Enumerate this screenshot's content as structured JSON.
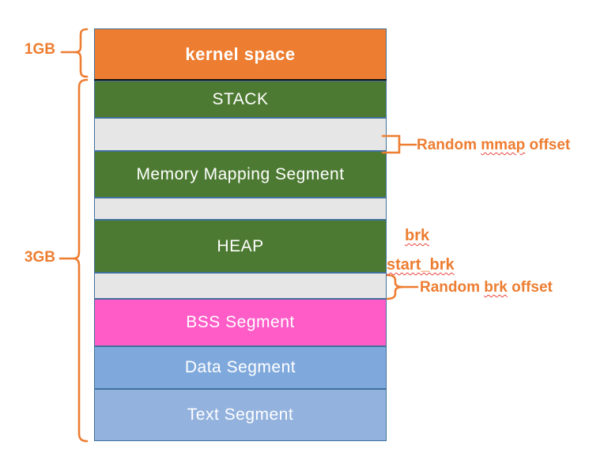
{
  "diagram": {
    "size_labels": {
      "kernel": "1GB",
      "user": "3GB"
    },
    "blocks": [
      {
        "id": "kernel-space",
        "label": "kernel space",
        "color": "#ED7D31"
      },
      {
        "id": "stack",
        "label": "STACK",
        "color": "#4D7A32"
      },
      {
        "id": "mmap-offset-gap",
        "label": "",
        "color": "#E7E6E6"
      },
      {
        "id": "memory-mapping-segment",
        "label": "Memory Mapping Segment",
        "color": "#4D7A32"
      },
      {
        "id": "gap-below-mms",
        "label": "",
        "color": "#E7E6E6"
      },
      {
        "id": "heap",
        "label": "HEAP",
        "color": "#4D7A32"
      },
      {
        "id": "brk-offset-gap",
        "label": "",
        "color": "#E7E6E6"
      },
      {
        "id": "bss-segment",
        "label": "BSS Segment",
        "color": "#FF5CC8"
      },
      {
        "id": "data-segment",
        "label": "Data Segment",
        "color": "#7FA9DC"
      },
      {
        "id": "text-segment",
        "label": "Text Segment",
        "color": "#93B2DE"
      }
    ],
    "annotations": {
      "mmap_offset": {
        "parts": [
          {
            "text": "Random "
          },
          {
            "text": "mmap",
            "wavy": true
          },
          {
            "text": " offset"
          }
        ]
      },
      "brk": {
        "text": "brk",
        "wavy": true
      },
      "start_brk": {
        "text": "start_brk",
        "wavy": true
      },
      "brk_offset": {
        "parts": [
          {
            "text": "Random "
          },
          {
            "text": "brk",
            "wavy": true
          },
          {
            "text": " offset"
          }
        ]
      }
    },
    "colors": {
      "accent_orange": "#ED7D31",
      "segment_green": "#4D7A32",
      "gap_gray": "#E7E6E6",
      "bss_pink": "#FF5CC8",
      "data_blue": "#7FA9DC",
      "text_blue": "#93B2DE",
      "block_border": "#41719C",
      "kernel_divider": "#141414",
      "spellcheck_red": "#E8453C"
    }
  }
}
